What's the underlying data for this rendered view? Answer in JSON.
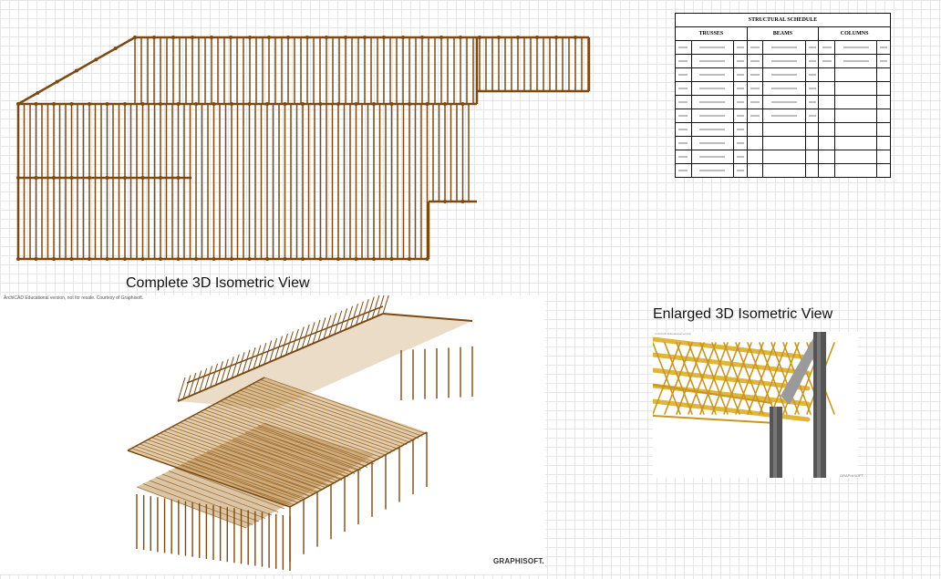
{
  "captions": {
    "plan": "Complete 3D Isometric View",
    "enlarged": "Enlarged 3D Isometric View"
  },
  "iso": {
    "watermark": "ArchiCAD Educational version, not for resale. Courtesy of Graphisoft.",
    "logo": "GRAPHISOFT."
  },
  "enlarged": {
    "logo": "GRAPHISOFT.",
    "watermark": "ArchiCAD Educational version"
  },
  "schedule": {
    "title": "STRUCTURAL SCHEDULE",
    "groups": [
      "TRUSSES",
      "BEAMS",
      "COLUMNS"
    ],
    "rows": 10
  },
  "colors": {
    "timber": "#7a4a12",
    "timber_light": "#a06c2a",
    "steel": "#555555",
    "truss": "#e0b53a"
  }
}
